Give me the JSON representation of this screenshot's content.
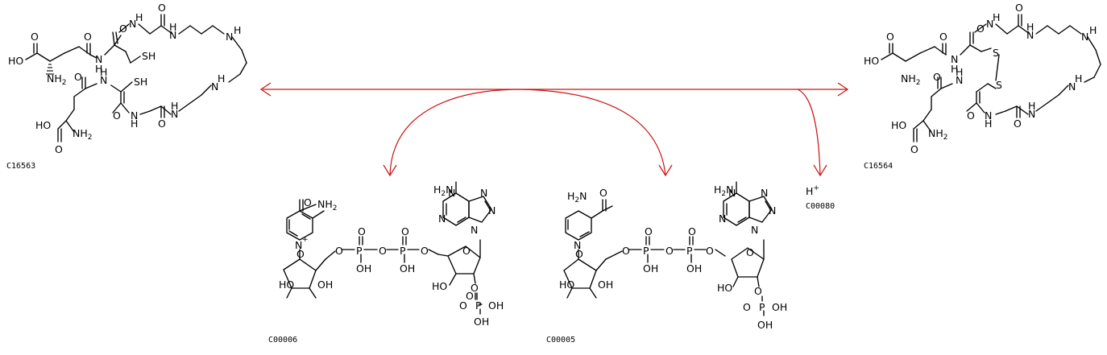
{
  "compounds": {
    "reduced_trypanothione": "C16563",
    "oxidized_trypanothione": "C16564",
    "nadp_plus": "C00006",
    "nadph": "C00005",
    "proton": "C00080"
  },
  "colors": {
    "arrow": "#cc1111",
    "structure": "#000000",
    "background": "#ffffff"
  }
}
